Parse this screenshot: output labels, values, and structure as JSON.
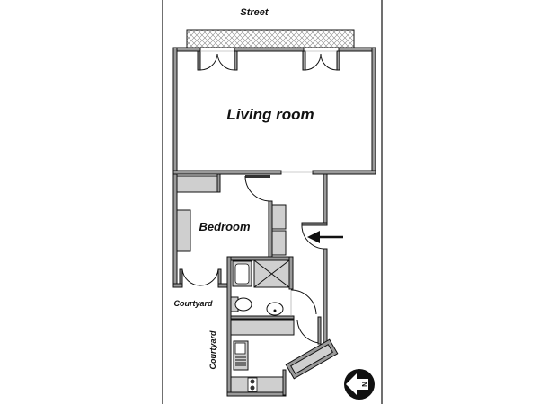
{
  "title": "Apartment floor plan",
  "labels": {
    "street": "Street",
    "living_room": "Living room",
    "bedroom": "Bedroom",
    "courtyard_side": "Courtyard",
    "courtyard_kitchen": "Courtyard"
  },
  "compass": {
    "direction": "N",
    "pointing": "left"
  },
  "entrance_arrow": "entrance",
  "colors": {
    "wall": "#9a9a9a",
    "furniture": "#cfcfcf",
    "ink": "#111111"
  }
}
